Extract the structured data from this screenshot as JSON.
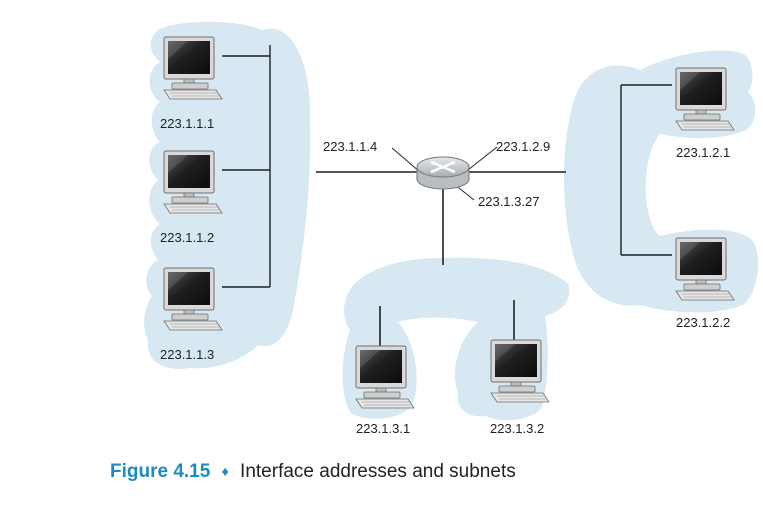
{
  "colors": {
    "cloud": "#d7e8f3",
    "link": "#1f1f1f",
    "router_body": "#b9bec3",
    "router_top": "#dde1e4",
    "screen_dark": "#1a1a1a",
    "monitor_frame": "#d9d9d9",
    "accent": "#1a8cc1"
  },
  "icons": {
    "router": "router-icon",
    "host": "computer-icon"
  },
  "hosts": [
    {
      "id": "h1",
      "label": "223.1.1.1"
    },
    {
      "id": "h2",
      "label": "223.1.1.2"
    },
    {
      "id": "h3",
      "label": "223.1.1.3"
    },
    {
      "id": "h4",
      "label": "223.1.2.1"
    },
    {
      "id": "h5",
      "label": "223.1.2.2"
    },
    {
      "id": "h6",
      "label": "223.1.3.1"
    },
    {
      "id": "h7",
      "label": "223.1.3.2"
    }
  ],
  "router_interfaces": [
    {
      "id": "if1",
      "label": "223.1.1.4"
    },
    {
      "id": "if2",
      "label": "223.1.2.9"
    },
    {
      "id": "if3",
      "label": "223.1.3.27"
    }
  ],
  "caption": {
    "figure_number": "Figure 4.15",
    "separator": "♦",
    "title": "Interface addresses and subnets"
  }
}
